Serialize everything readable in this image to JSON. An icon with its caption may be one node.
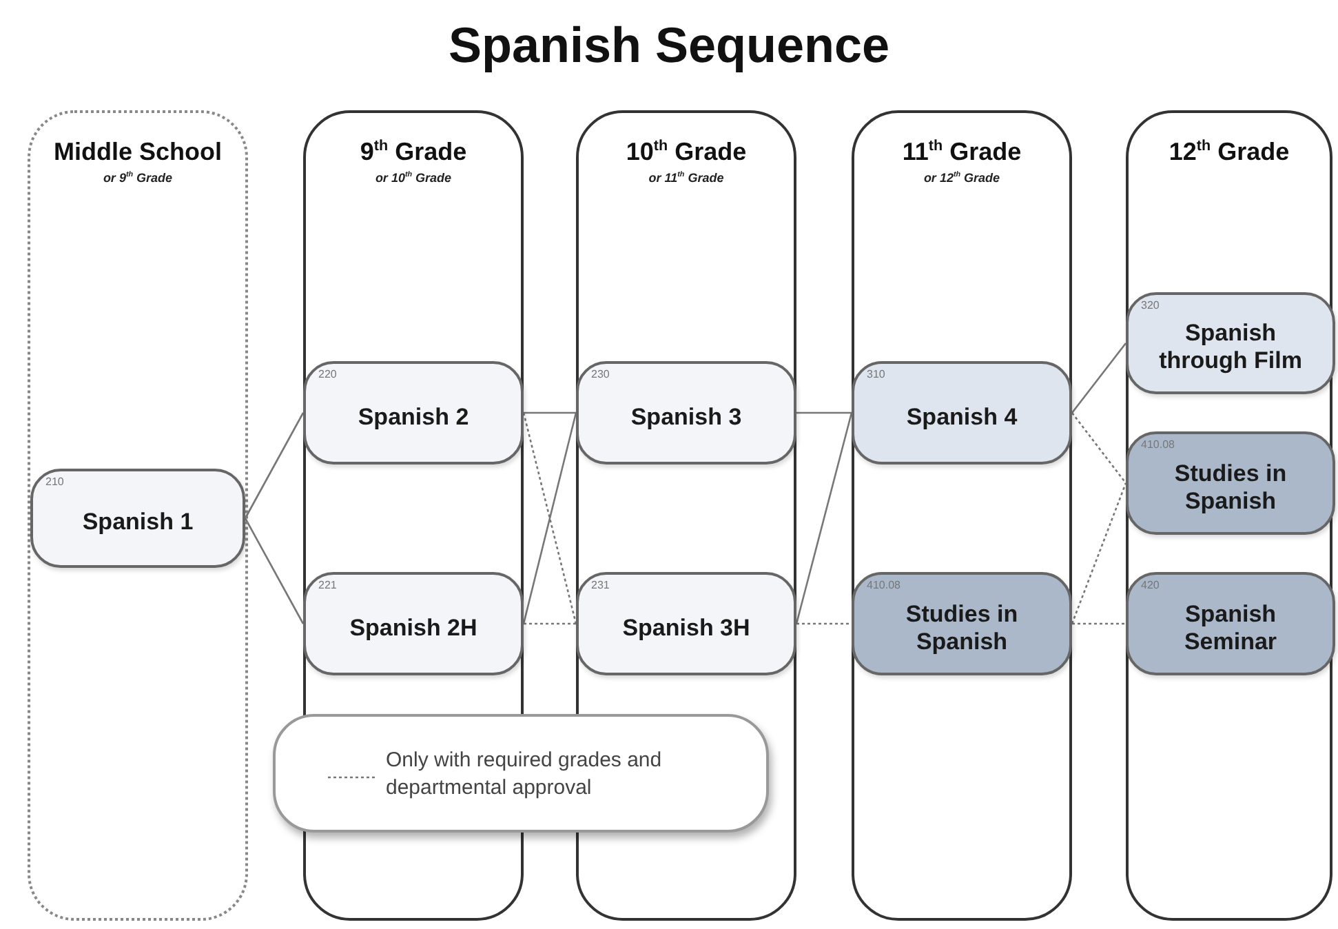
{
  "diagram": {
    "title": "Spanish Sequence",
    "nodes": [
      {
        "text": [
          "Middle School",
          "or 9$^{th}$ Grade"
        ]
      },
      {
        "text": [
          "9$^{th}$ Grade",
          "or 10$^{th}$ Grade"
        ]
      },
      {
        "text": [
          "10$^{th}$ Grade",
          "or 11$^{th}$ Grade"
        ]
      },
      {
        "text": [
          "11$^{th}$ Grade",
          "or 12$^{th}$ Grade"
        ]
      },
      {
        "text": [
          "12$^{th}$ Grade"
        ]
      },
      {
        "text": [
          "210",
          "Spanish 1"
        ],
        "in": 0
      },
      {
        "text": [
          "220",
          "Spanish 2"
        ],
        "in": 1
      },
      {
        "text": [
          "221",
          "Spanish 2H"
        ],
        "in": 1
      },
      {
        "text": [
          "230",
          "Spanish 3"
        ],
        "in": 2
      },
      {
        "text": [
          "231",
          "Spanish 3H"
        ],
        "in": 2
      },
      {
        "text": [
          "310",
          "Spanish 4"
        ],
        "in": 3
      },
      {
        "text": [
          "410.08",
          "Studies in Spanish"
        ],
        "in": 3
      },
      {
        "text": [
          "320",
          "Spanish through Film"
        ],
        "in": 4
      },
      {
        "text": [
          "410.08",
          "Studies in Spanish"
        ],
        "in": 4
      },
      {
        "text": [
          "420",
          "Spanish Seminar"
        ],
        "in": 4
      }
    ],
    "edges": [
      {
        "from": 5,
        "to": 6,
        "arrow": "none"
      },
      {
        "from": 5,
        "to": 7,
        "arrow": "none"
      },
      {
        "from": 6,
        "to": 8,
        "arrow": "none"
      },
      {
        "from": 6,
        "to": 9,
        "arrow": "none",
        "style": "dashed"
      },
      {
        "from": 7,
        "to": 8,
        "arrow": "none"
      },
      {
        "from": 7,
        "to": 9,
        "arrow": "none",
        "style": "dashed"
      },
      {
        "from": 8,
        "to": 10,
        "arrow": "none"
      },
      {
        "from": 9,
        "to": 10,
        "arrow": "none"
      },
      {
        "from": 9,
        "to": 11,
        "arrow": "none",
        "style": "dashed"
      },
      {
        "from": 10,
        "to": 12,
        "arrow": "none"
      },
      {
        "from": 10,
        "to": 13,
        "arrow": "none",
        "style": "dashed"
      },
      {
        "from": 11,
        "to": 13,
        "arrow": "none",
        "style": "dashed"
      },
      {
        "from": 11,
        "to": 14,
        "arrow": "none",
        "style": "dashed"
      }
    ],
    "legend": [
      {
        "text": "Only with required grades and departmental approval"
      }
    ]
  }
}
